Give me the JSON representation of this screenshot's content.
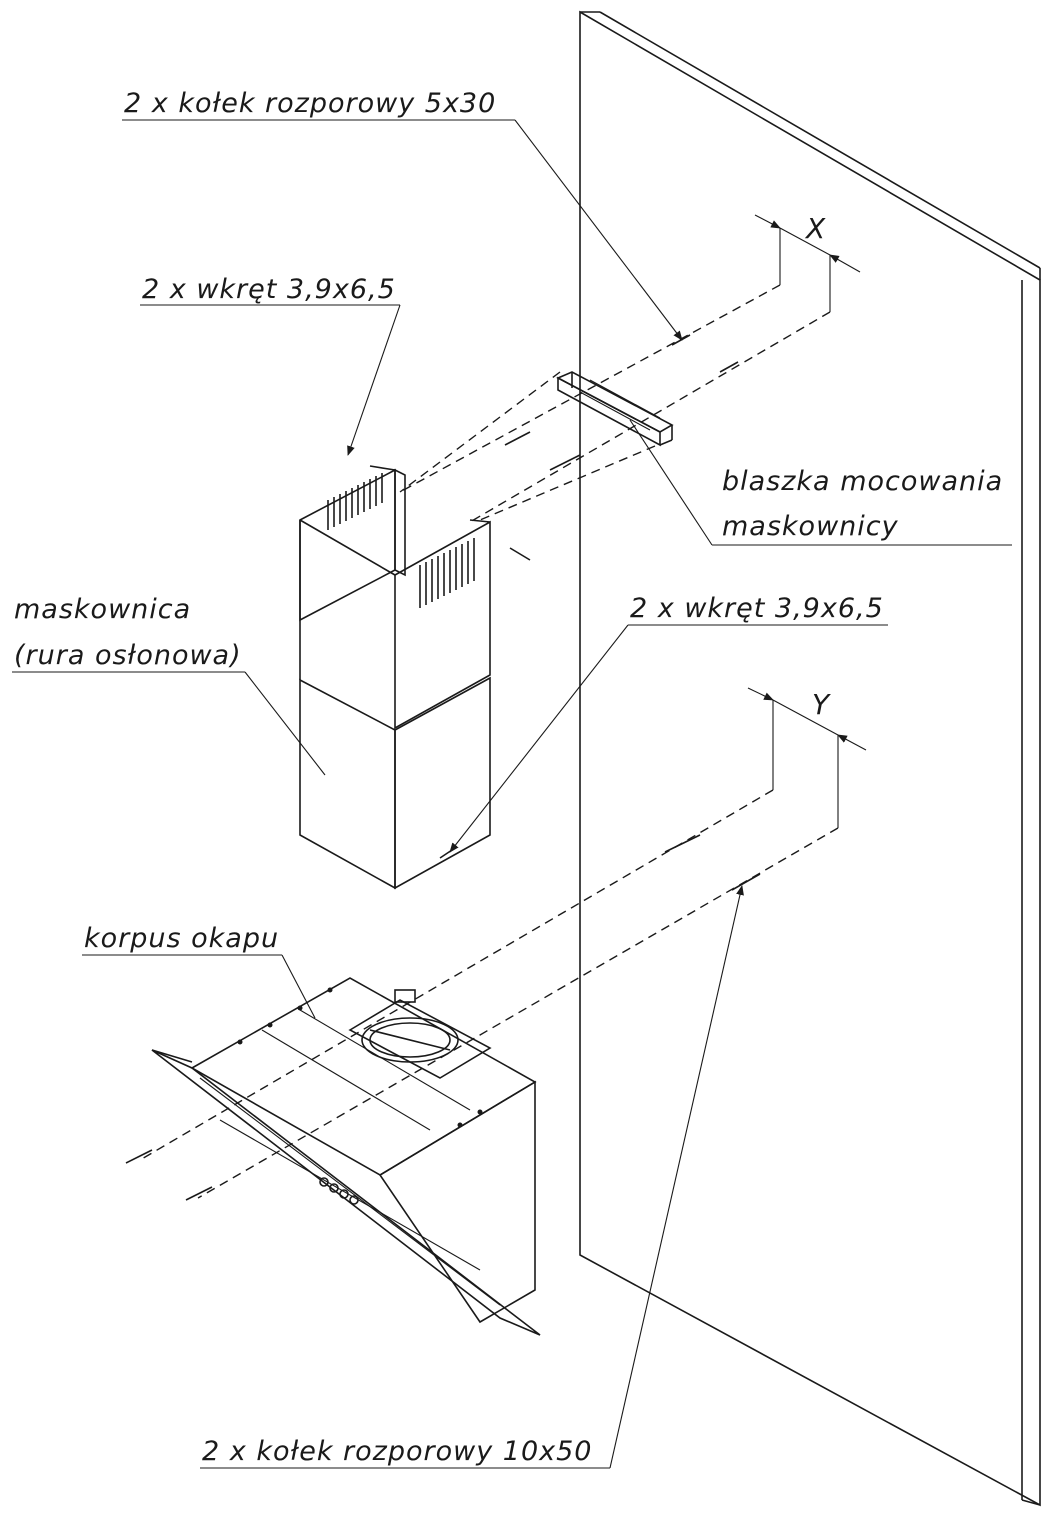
{
  "labels": {
    "plug_top": "2 x kołek rozporowy 5x30",
    "screw_top": "2 x wkręt 3,9x6,5",
    "bracket_line1": "blaszka mocowania",
    "bracket_line2": "maskownicy",
    "cover_line1": "maskownica",
    "cover_line2": "(rura osłonowa)",
    "screw_bottom": "2 x wkręt 3,9x6,5",
    "body": "korpus okapu",
    "plug_bottom": "2 x kołek rozporowy 10x50"
  },
  "dimensions": {
    "top": "X",
    "bottom": "Y"
  }
}
